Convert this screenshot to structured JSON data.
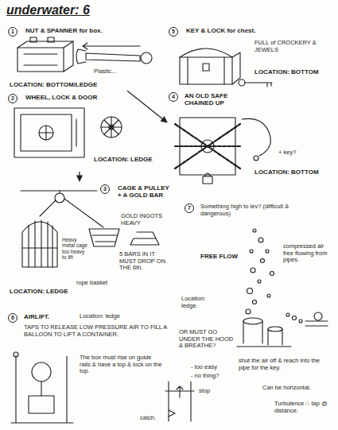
{
  "diagram": {
    "title": "underwater: 6",
    "nodes": [
      {
        "text": [
          "1",
          "NUT & SPANNER for box.",
          "Plastic...",
          "LOCATION: BOTTOM/LEDGE"
        ]
      },
      {
        "text": [
          "5",
          "KEY & LOCK for chest.",
          "FULL of CROCKERY & JEWELS",
          "LOCATION: BOTTOM"
        ]
      },
      {
        "text": [
          "2",
          "WHEEL, LOCK & DOOR",
          "LOCATION: LEDGE"
        ]
      },
      {
        "text": [
          "4",
          "AN OLD SAFE CHAINED UP",
          "+ key?",
          "LOCATION: BOTTOM"
        ]
      },
      {
        "text": [
          "3",
          "CAGE & PULLEY + A GOLD BAR",
          "Heavy metal cage too heavy to lift",
          "GOLD INGOTS HEAVY",
          "5 BARS IN IT MUST DROP ON THE 6th.",
          "rope basket",
          "LOCATION: LEDGE"
        ]
      },
      {
        "text": [
          "7",
          "Something high to lev? (difficult & dangerous)",
          "FREE FLOW",
          "compressed air free flowing from pipes.",
          "Location: ledge.",
          "shut the air off & reach into the pipe for the key.",
          "Can be horizontal.",
          "Turbulence ∴ tap @ distance."
        ]
      },
      {
        "text": [
          "6",
          "AIRLIFT.",
          "Location: ledge",
          "TAPS TO RELEASE LOW PRESSURE AIR TO FILL A BALLOON TO LIFT A CONTAINER.",
          "The box must rise on guide rails & have a top & lock on the top.",
          "stop",
          "catch.",
          "OR MUST GO UNDER THE HOOD & BREATHE?",
          "- too easy",
          "- no thing?"
        ]
      }
    ],
    "edges": [
      {
        "from": 0,
        "to": 3,
        "arrow": "to"
      },
      {
        "from": 2,
        "to": 4,
        "arrow": "to"
      }
    ]
  }
}
